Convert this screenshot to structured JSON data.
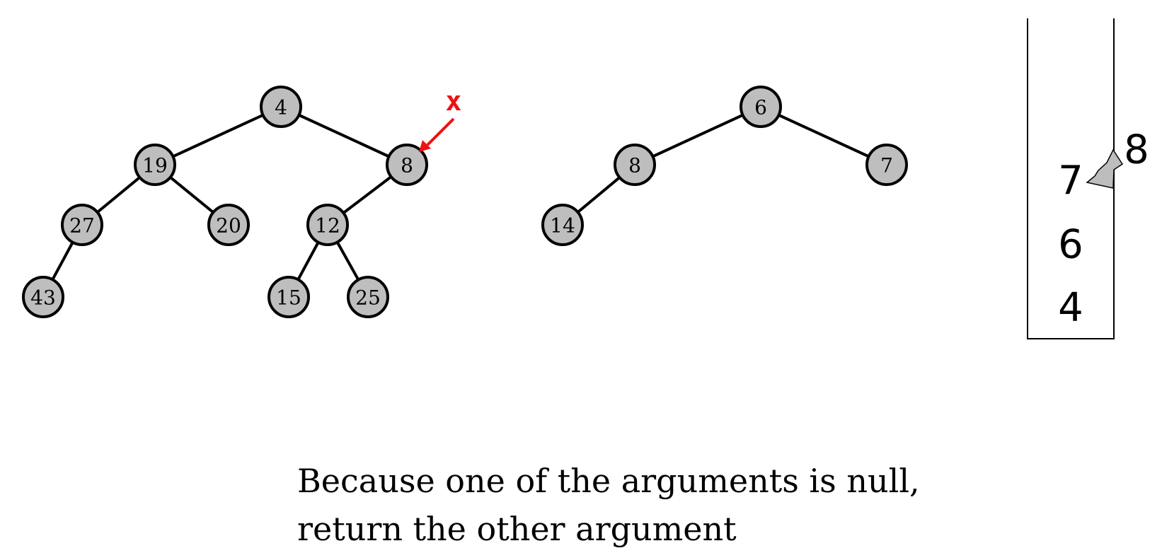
{
  "trees": [
    {
      "id": "tree-left",
      "nodes": [
        {
          "id": "n4",
          "label": "4"
        },
        {
          "id": "n19",
          "label": "19"
        },
        {
          "id": "n8",
          "label": "8"
        },
        {
          "id": "n27",
          "label": "27"
        },
        {
          "id": "n20",
          "label": "20"
        },
        {
          "id": "n12",
          "label": "12"
        },
        {
          "id": "n43",
          "label": "43"
        },
        {
          "id": "n15",
          "label": "15"
        },
        {
          "id": "n25",
          "label": "25"
        }
      ],
      "edges": [
        [
          "n4",
          "n19"
        ],
        [
          "n4",
          "n8"
        ],
        [
          "n19",
          "n27"
        ],
        [
          "n19",
          "n20"
        ],
        [
          "n8",
          "n12"
        ],
        [
          "n27",
          "n43"
        ],
        [
          "n12",
          "n15"
        ],
        [
          "n12",
          "n25"
        ]
      ]
    },
    {
      "id": "tree-right",
      "nodes": [
        {
          "id": "m6",
          "label": "6"
        },
        {
          "id": "m8",
          "label": "8"
        },
        {
          "id": "m7",
          "label": "7"
        },
        {
          "id": "m14",
          "label": "14"
        }
      ],
      "edges": [
        [
          "m6",
          "m8"
        ],
        [
          "m6",
          "m7"
        ],
        [
          "m8",
          "m14"
        ]
      ]
    }
  ],
  "pointer": {
    "label": "x",
    "color": "#ee1111",
    "target": "n8"
  },
  "stack": {
    "items": [
      "7",
      "6",
      "4"
    ],
    "incoming": "8"
  },
  "colors": {
    "node_fill": "#bebebe",
    "stroke": "#000000",
    "accent": "#ee1111"
  },
  "caption": {
    "line1": "Because one of the arguments is null,",
    "line2": "return the other argument"
  }
}
